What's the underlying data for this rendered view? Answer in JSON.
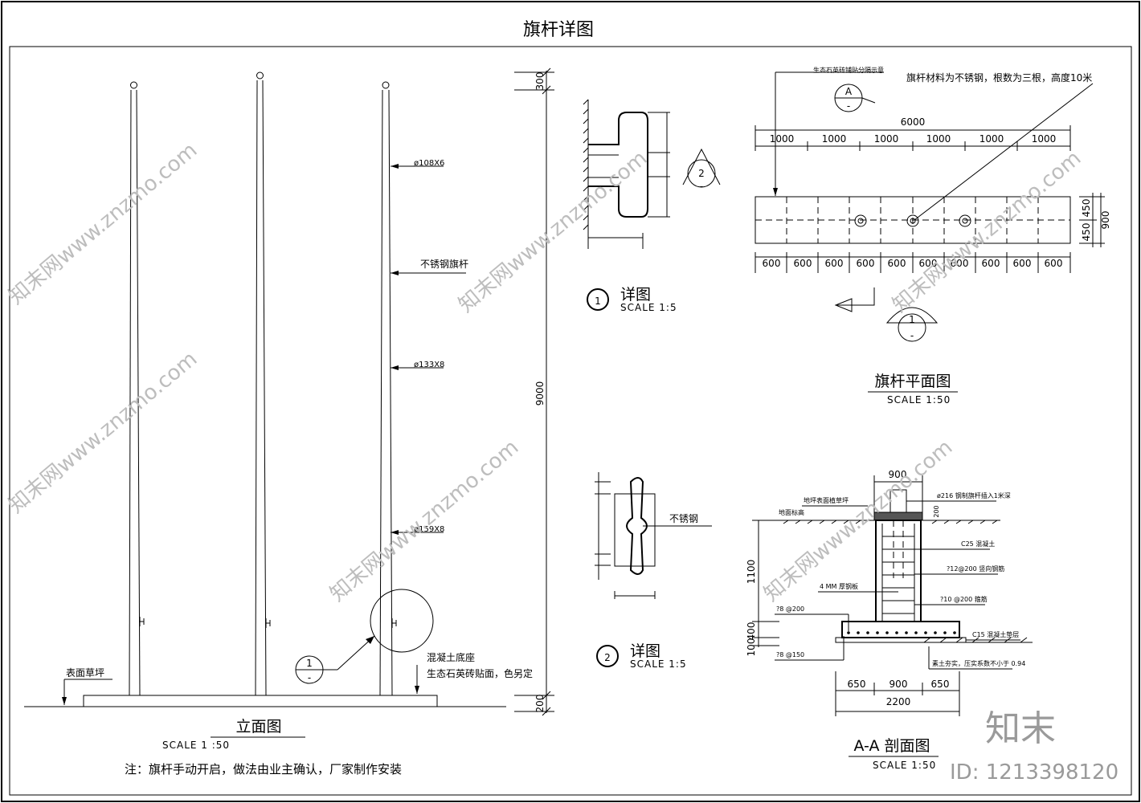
{
  "drawing": {
    "title": "旗杆详图"
  },
  "elevation": {
    "name": "立面图",
    "scale": "SCALE 1 :50",
    "labels": {
      "pipe_top": "ø108X6",
      "pipe_mid": "ø133X8",
      "pipe_bottom": "ø159X8",
      "pole_material": "不锈钢旗杆",
      "grass": "表面草坪",
      "base_1": "混凝土底座",
      "base_2": "生态石英砖贴面，色另定"
    },
    "dims": {
      "top": "300",
      "height": "9000",
      "bottom": "200"
    },
    "callout_number": "1",
    "callout_sub": "-"
  },
  "detail1": {
    "number": "1",
    "name": "详图",
    "scale": "SCALE 1:5",
    "marker_number": "2",
    "marker_sub": "-"
  },
  "detail2": {
    "number": "2",
    "name": "详图",
    "scale": "SCALE 1:5",
    "label": "不锈钢"
  },
  "plan": {
    "name": "旗杆平面图",
    "scale": "SCALE 1:50",
    "note_material": "旗杆材料为不锈钢，根数为三根，高度10米",
    "note_tile": "生态石英砖铺贴分隔示意",
    "total": "6000",
    "top_dims": [
      "1000",
      "1000",
      "1000",
      "1000",
      "1000",
      "1000"
    ],
    "bottom_dims": [
      "600",
      "600",
      "600",
      "600",
      "600",
      "600",
      "600",
      "600",
      "600",
      "600"
    ],
    "side_dims": [
      "450",
      "450"
    ],
    "side_total": "900",
    "marker_a": "A",
    "marker_a_sub": "-",
    "marker_1": "1",
    "marker_1_sub": "-"
  },
  "section": {
    "name": "A-A 剖面图",
    "scale": "SCALE 1:50",
    "top_dim": "900",
    "dim_200": "200",
    "h1": "1100",
    "h2": "400",
    "h3": "100",
    "bottom_dims": [
      "650",
      "900",
      "650"
    ],
    "total": "2200",
    "labels": {
      "grass": "地坪表面植草坪",
      "ground": "地面标高",
      "steel": "ø216  钢制旗杆插入1米深",
      "c25": "C25 混凝土",
      "rebar1": "?12@200  竖向钢筋",
      "plate": "4 MM 厚钢板",
      "rebar2": "?10 @200  箍筋",
      "rebar3": "?8 @200",
      "c15": "C15  混凝土垫层",
      "rebar4": "?8 @150",
      "soil": "素土夯实，压实系数不小于 0.94"
    }
  },
  "note": "注：旗杆手动开启，做法由业主确认，厂家制作安装",
  "watermark": {
    "site": "知末网www.znzmo.com",
    "brand": "知末",
    "id": "ID: 1213398120"
  }
}
